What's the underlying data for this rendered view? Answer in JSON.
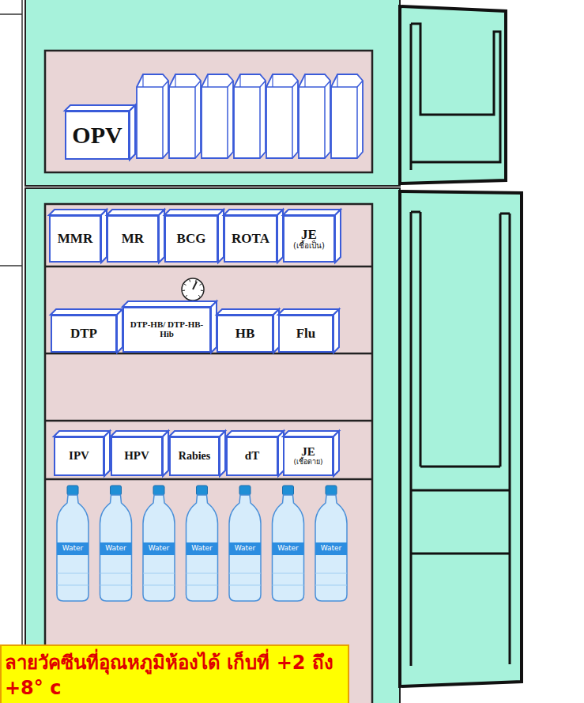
{
  "diagram": {
    "nodes": [
      {
        "text": [
          "OPV"
        ]
      },
      {
        "text": [
          "MMR"
        ]
      },
      {
        "text": [
          "MR"
        ]
      },
      {
        "text": [
          "BCG"
        ]
      },
      {
        "text": [
          "ROTA"
        ]
      },
      {
        "text": [
          "JE",
          "(เชื้อเป็น)"
        ]
      },
      {
        "text": [
          "DTP"
        ]
      },
      {
        "text": [
          "DTP-HB/ DTP-HB-Hib"
        ]
      },
      {
        "text": [
          "HB"
        ]
      },
      {
        "text": [
          "Flu"
        ]
      },
      {
        "text": [
          "IPV"
        ]
      },
      {
        "text": [
          "HPV"
        ]
      },
      {
        "text": [
          "Rabies"
        ]
      },
      {
        "text": [
          "dT"
        ]
      },
      {
        "text": [
          "JE",
          "(เชื้อตาย)"
        ]
      },
      {
        "text": [
          "ลายวัคซีนที่อุณหภูมิห้องได้ เก็บที่ +2 ถึง +8° c"
        ]
      }
    ],
    "labels": [
      "Water",
      "Water",
      "Water",
      "Water",
      "Water",
      "Water",
      "Water"
    ]
  }
}
